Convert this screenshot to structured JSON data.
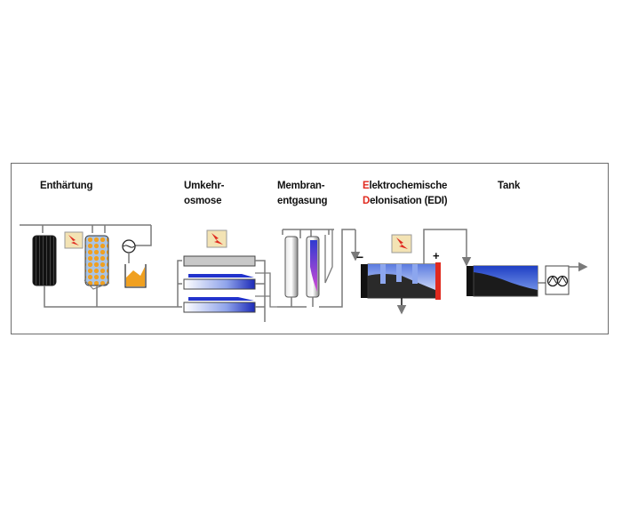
{
  "labels": {
    "softening": "Enthärtung",
    "ro_line1": "Umkehr-",
    "ro_line2": "osmose",
    "degas_line1": "Membran-",
    "degas_line2": "entgasung",
    "edi_line1_first": "E",
    "edi_line1_rest": "lektrochemische",
    "edi_line2_first": "D",
    "edi_line2_rest": "eIonisation (EDI)",
    "tank": "Tank"
  },
  "edi_polarity": {
    "minus": "−",
    "plus": "+"
  },
  "colors": {
    "line": "#7a7a7a",
    "dark_vessel": "#1a1a1a",
    "water_blue": "#3a4fd6",
    "light_blue": "#b9c6f2",
    "accent_red": "#e02a1f",
    "lightning_bg": "#f3e3b4",
    "orange": "#f0a020",
    "magenta": "#c43ccf"
  },
  "icons": [
    "lightning-icon",
    "pump-icon",
    "flow-arrow-icon"
  ]
}
